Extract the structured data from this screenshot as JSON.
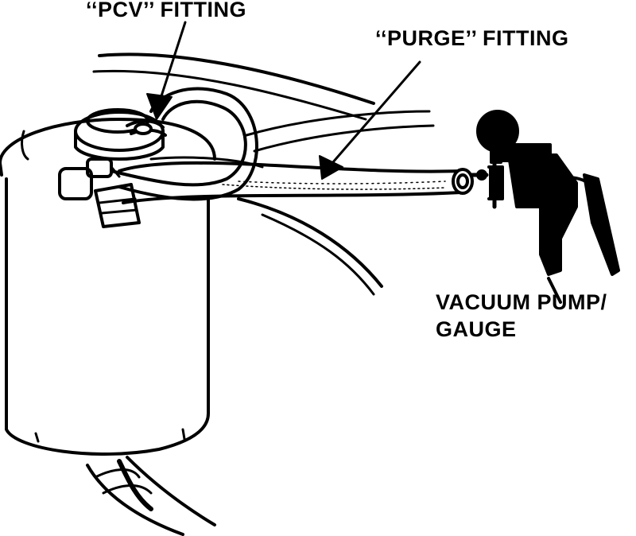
{
  "labels": {
    "pcv_fitting": "‘‘PCV’’ FITTING",
    "purge_fitting": "‘‘PURGE’’ FITTING",
    "vacuum_pump_line1": "VACUUM PUMP/",
    "vacuum_pump_line2": "GAUGE"
  },
  "colors": {
    "ink": "#000000",
    "paper": "#ffffff"
  }
}
